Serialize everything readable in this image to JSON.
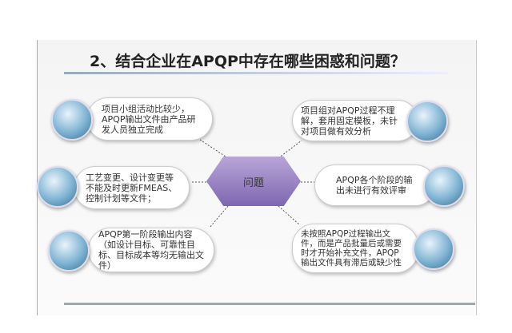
{
  "title": "2、结合企业在APQP中存在哪些困惑和问题？",
  "center": "问题",
  "items": [
    "项目小组活动比较少，APQP输出文件由产品研发人员独立完成",
    "工艺变更、设计变更等不能及时更新FMEAS、控制计划等文件；",
    "APQP第一阶段输出内容（如设计目标、可靠性目标、目标成本等均无输出文件）",
    "项目组对APQP过程不理解，套用固定模板，未针对项目做有效分析",
    "APQP各个阶段的输出未进行有效评审",
    "未按照APQP过程输出文件，而是产品批量后或需要时才开始补充文件，APQP输出文件具有滞后或缺少性"
  ],
  "colors": {
    "hex": "#8f78c0",
    "bottom_bar": "#9aa"
  }
}
